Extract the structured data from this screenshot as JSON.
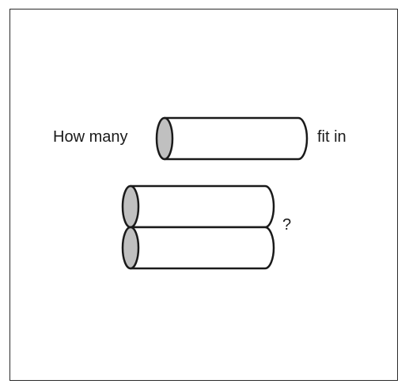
{
  "question": {
    "prefix": "How many",
    "suffix": "fit in",
    "question_mark": "?"
  },
  "colors": {
    "stroke": "#1a1a1a",
    "end_cap_fill": "#c0c0c0",
    "body_fill": "#ffffff",
    "frame": "#2a2a2a"
  },
  "figures": {
    "single_cylinder_count": 1,
    "stacked_cylinder_count": 2,
    "icon": "horizontal-cylinder-icon"
  }
}
